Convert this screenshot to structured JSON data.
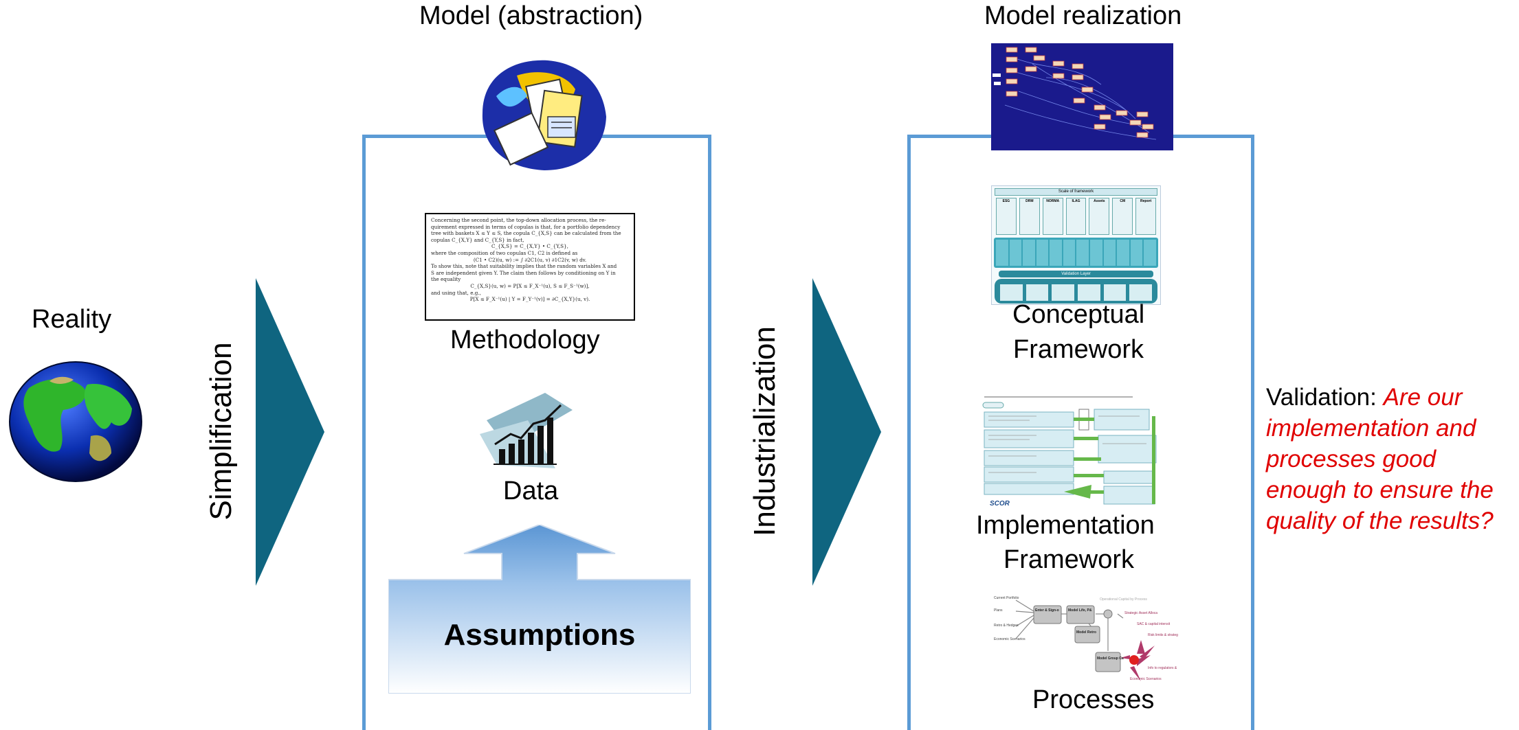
{
  "headings": {
    "model_abstraction": "Model (abstraction)",
    "model_realization": "Model realization"
  },
  "reality": {
    "label": "Reality",
    "icon": "globe-icon"
  },
  "arrows": {
    "simplification": "Simplification",
    "industrialization": "Industrialization",
    "color": "#0f6580"
  },
  "abstraction_panel": {
    "border_color": "#5b9bd5",
    "methodology_label": "Methodology",
    "data_label": "Data",
    "assumptions_label": "Assumptions",
    "paper_excerpt": [
      "Concerning the second point, the top-down allocation process, the re-",
      "quirement expressed in terms of copulas is that, for a portfolio dependency",
      "tree with baskets X ≤ Y ≤ S, the copula C_{X,S} can be calculated from the",
      "copulas C_{X,Y} and C_{Y,S} in fact,",
      "C_{X,S} = C_{X,Y} • C_{Y,S},",
      "where the composition of two copulas C1, C2 is defined as",
      "(C1 • C2)(u, w) := ∫ ∂2C1(u, v) ∂1C2(v, w) dv.",
      "To show this, note that suitability implies that the random variables X and",
      "S are independent given Y. The claim then follows by conditioning on Y in",
      "the equality",
      "C_{X,S}(u, w) = P[X ≤ F_X⁻¹(u), S ≤ F_S⁻¹(w)],",
      "and using that, e.g.,",
      "P[X ≤ F_X⁻¹(u) | Y = F_Y⁻¹(v)] = ∂C_{X,Y}(u, v)."
    ]
  },
  "realization_panel": {
    "border_color": "#5b9bd5",
    "conceptual_label_1": "Conceptual",
    "conceptual_label_2": "Framework",
    "implementation_label_1": "Implementation",
    "implementation_label_2": "Framework",
    "processes_label": "Processes",
    "scor_logo_text": "SCOR",
    "framework_header": "Scale of framework",
    "framework_columns": [
      "ESG",
      "DRM",
      "NORMA",
      "ILAG",
      "Assets",
      "CM",
      "Report"
    ],
    "validation_layer": "Validation Layer",
    "process_nodes": [
      "Enter & Sign-off Data",
      "Model Life, P&C, Assets",
      "Model Retro",
      "Model Group Capital"
    ],
    "process_inputs": [
      "Current Portfolio",
      "Plans",
      "Retro & Hedges",
      "Economic Scenarios"
    ],
    "process_outputs": [
      "Strategic Asset Allocation & duration matching",
      "SAC & capital intensity",
      "Risk limits & strategies",
      "Info to regulators & Rating Agencies",
      "Economic Scenarios"
    ],
    "process_title": "Operational Capital by Process"
  },
  "validation": {
    "prefix": "Validation: ",
    "question": "Are our implementation and processes good enough to ensure the quality of the results?",
    "question_color": "#e00000"
  }
}
